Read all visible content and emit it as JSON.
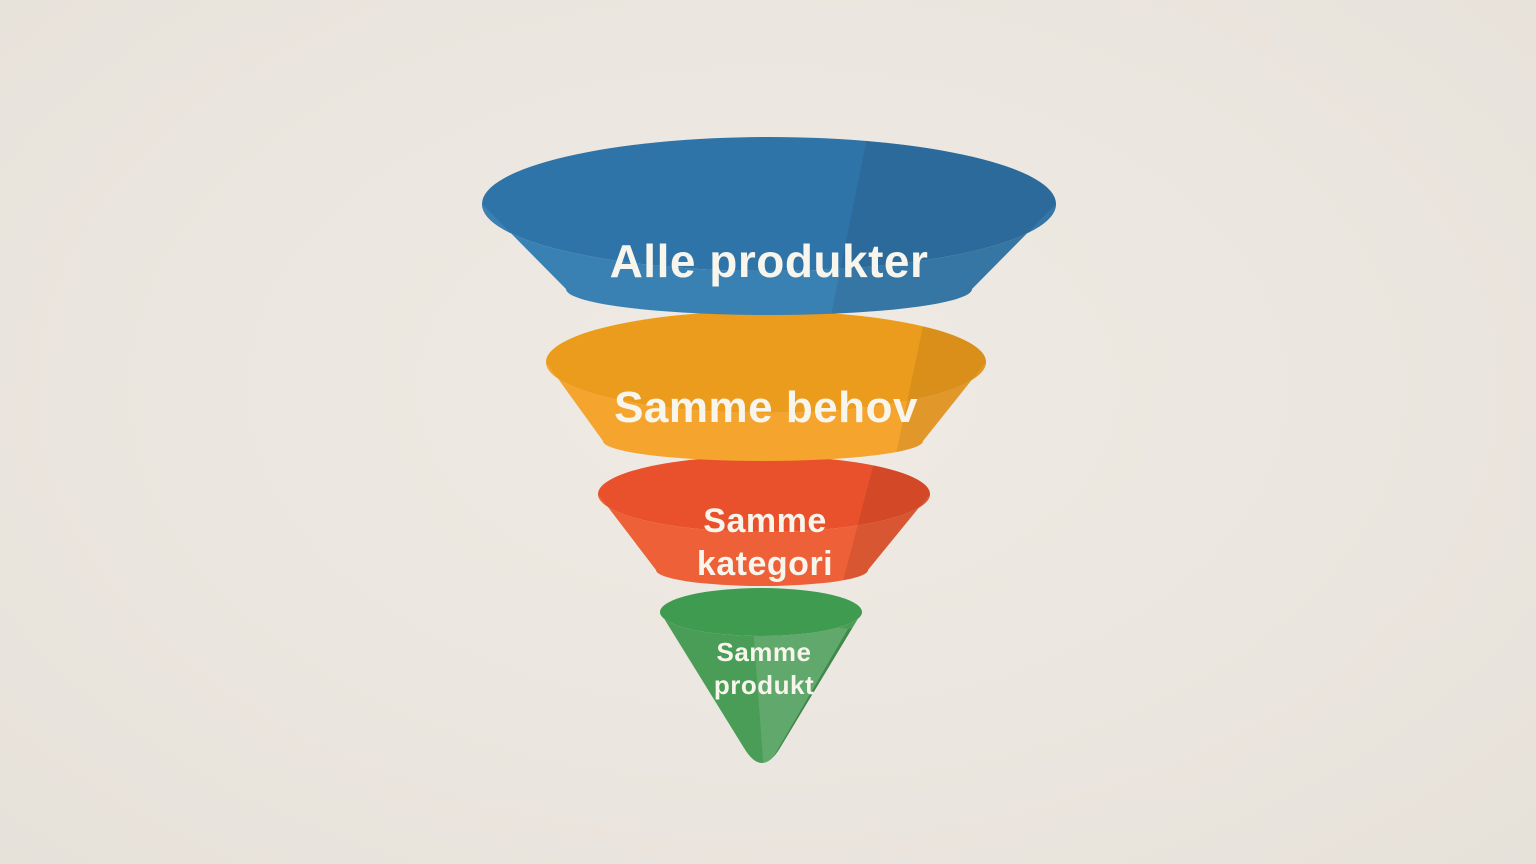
{
  "page": {
    "background_color": "#ece7e0",
    "text_color": "#f8f5ec"
  },
  "diagram": {
    "type": "funnel",
    "orientation": "inverted-cone",
    "levels": [
      {
        "label": "Alle produkter",
        "color_top": "#2f74a8",
        "color_body": "#3a81b3"
      },
      {
        "label": "Samme behov",
        "color_top": "#ec9c1c",
        "color_body": "#f5a42e"
      },
      {
        "label": "Samme kategori",
        "color_top": "#e8512b",
        "color_body": "#ee6038"
      },
      {
        "label": "Samme produkt",
        "color_top": "#3f9b4f",
        "color_body": "#4a9d57"
      }
    ]
  }
}
